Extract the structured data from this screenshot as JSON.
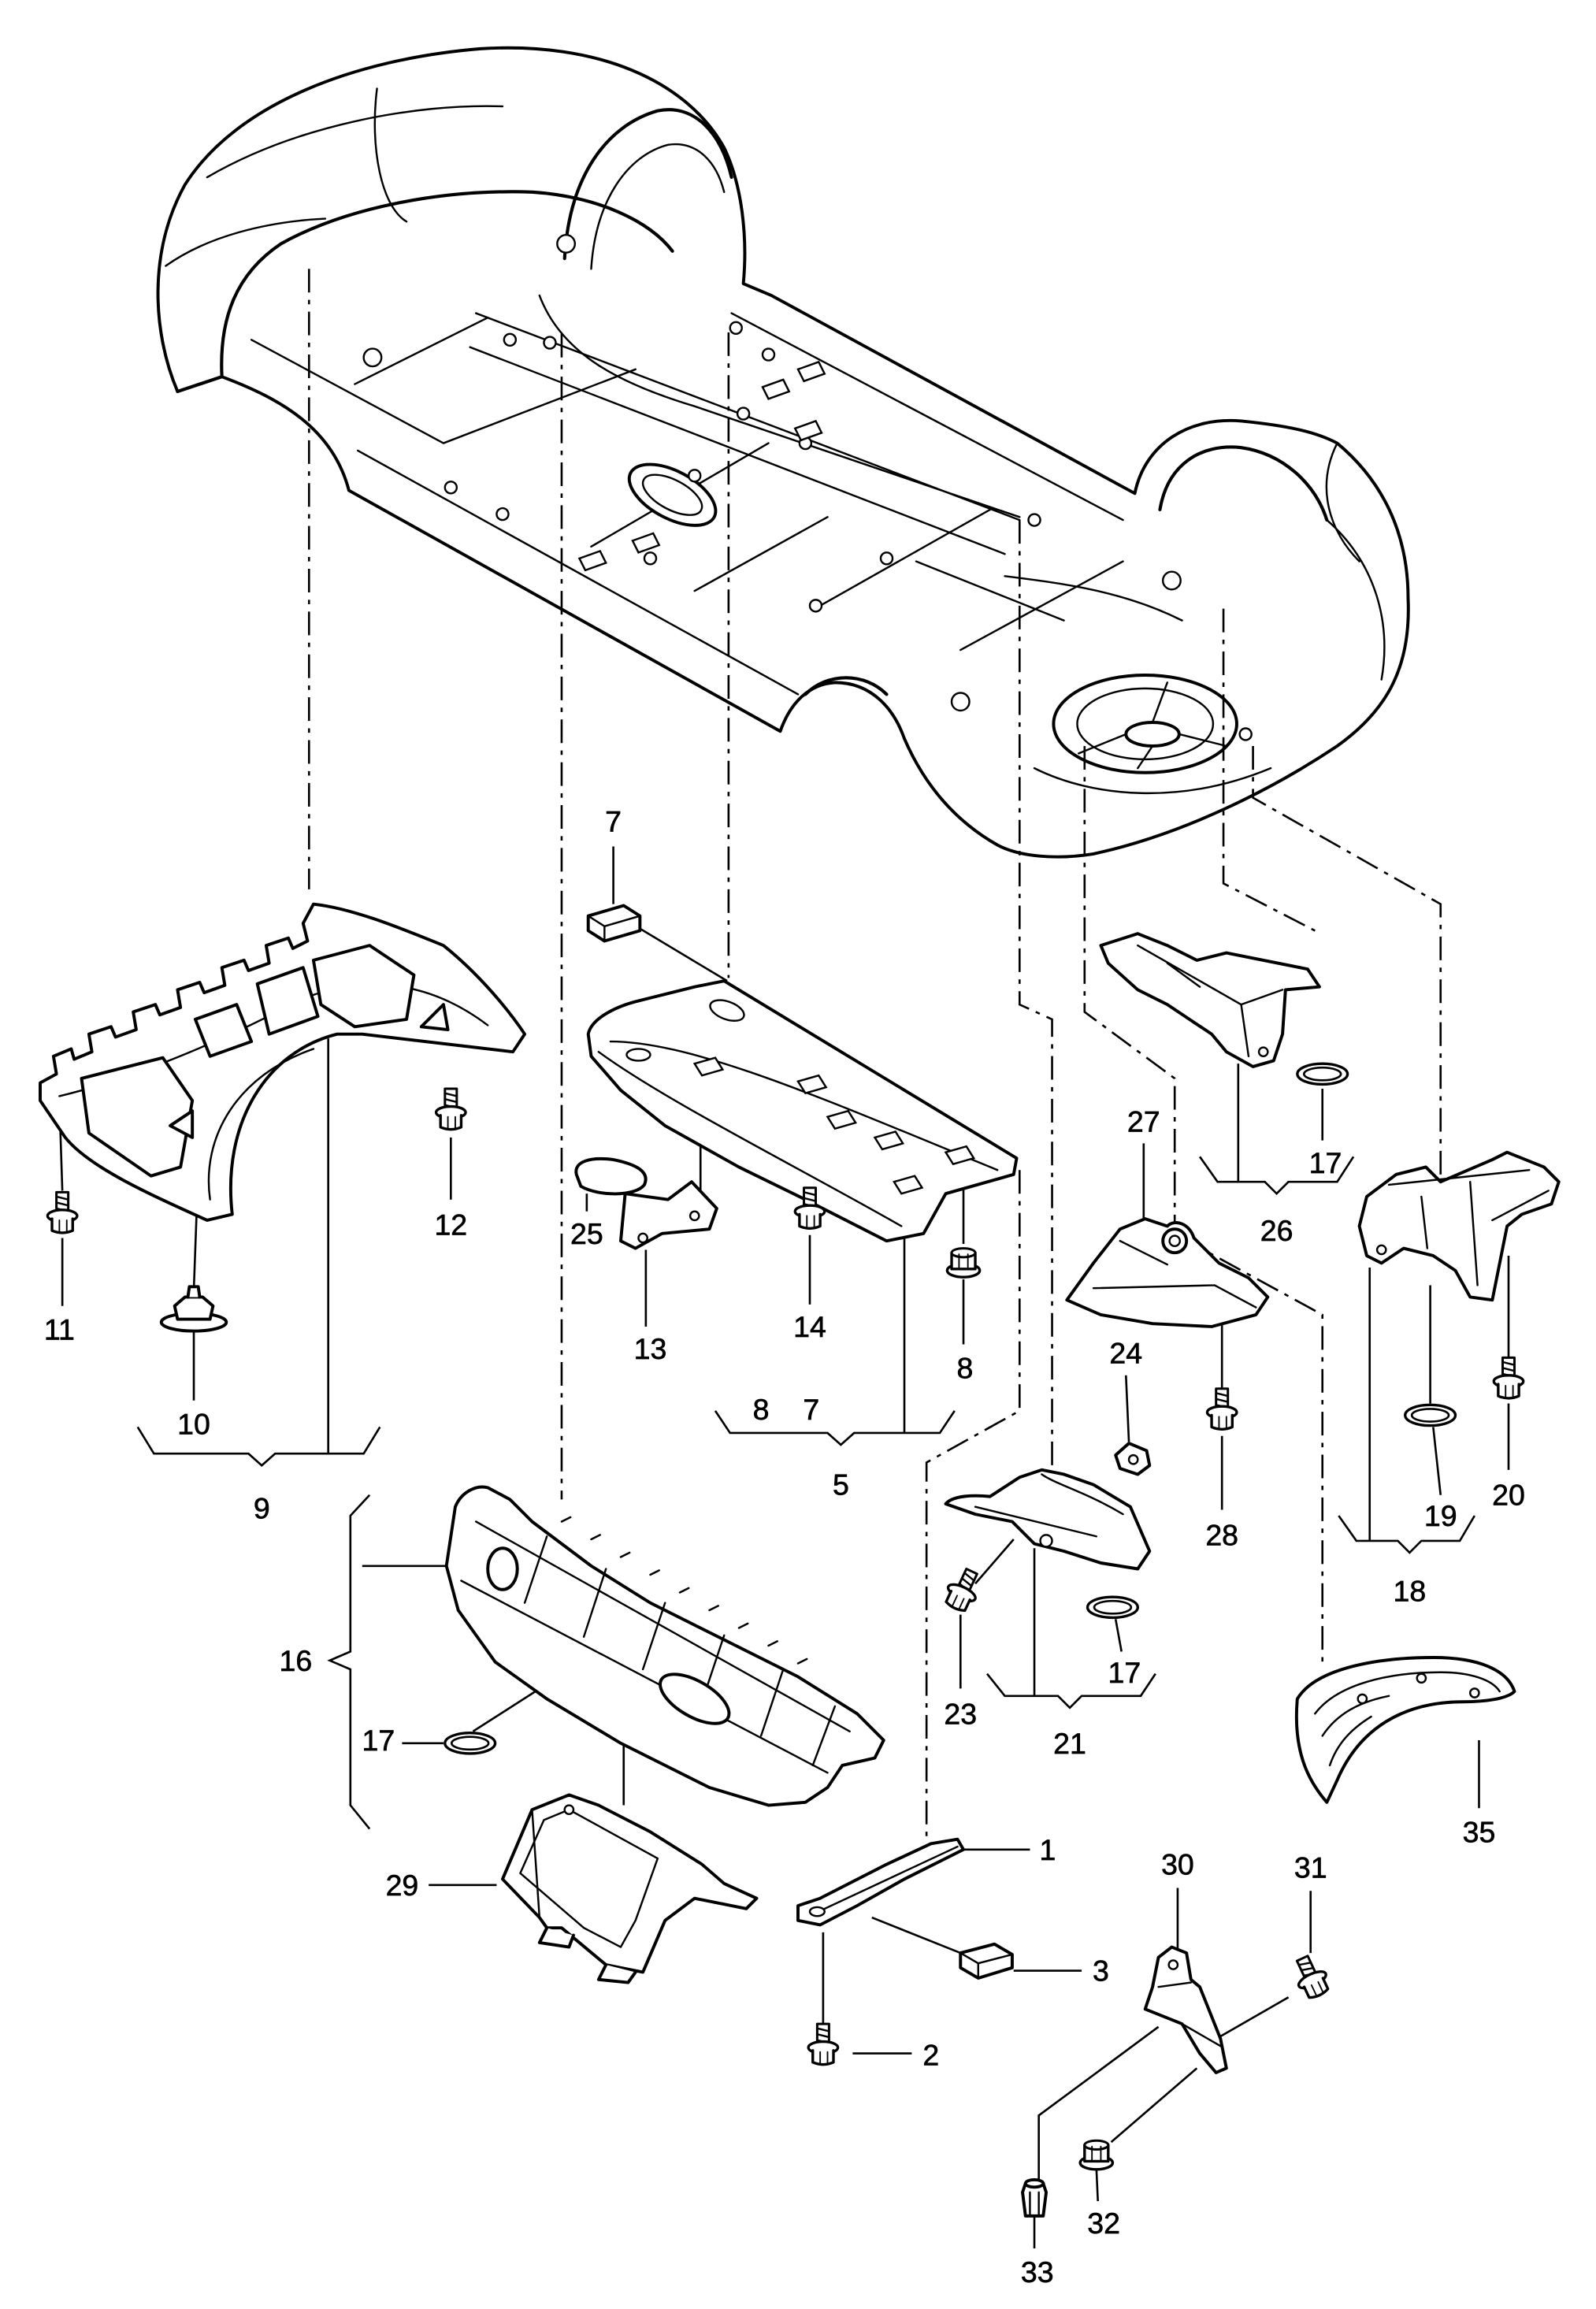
{
  "colors": {
    "ink": "#000000",
    "paper": "#ffffff"
  },
  "callouts": [
    "7",
    "12",
    "25",
    "11",
    "13",
    "14",
    "8",
    "10",
    "8",
    "7",
    "5",
    "9",
    "27",
    "17",
    "26",
    "24",
    "28",
    "19",
    "20",
    "18",
    "16",
    "17",
    "23",
    "17",
    "21",
    "35",
    "29",
    "1",
    "30",
    "31",
    "3",
    "2",
    "32",
    "33"
  ]
}
